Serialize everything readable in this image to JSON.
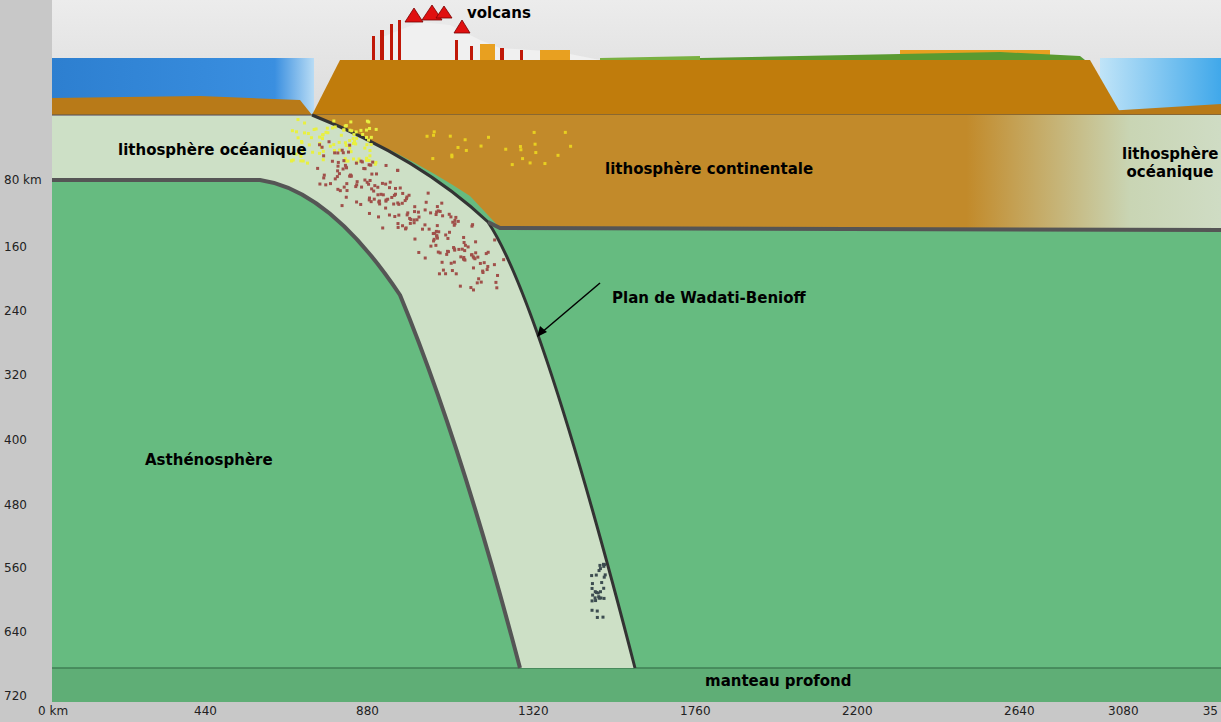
{
  "diagram": {
    "labels": [
      "volcans",
      "lithosphère océanique",
      "lithosphère continentale",
      "lithosphère océanique",
      "Plan de Wadati-Benioff",
      "Asthénosphère",
      "manteau profond",
      "80 km",
      "160",
      "240",
      "320",
      "400",
      "480",
      "560",
      "640",
      "720",
      "0 km",
      "440",
      "880",
      "1320",
      "1760",
      "2200",
      "2640",
      "3080",
      "35"
    ]
  }
}
